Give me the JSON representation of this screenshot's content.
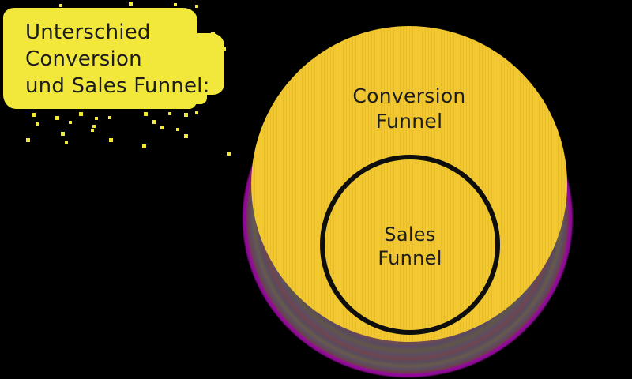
{
  "colors": {
    "background": "#000000",
    "highlight_yellow": "#f2e83c",
    "circle_gold": "#f2c72e",
    "ink": "#1d1d1d",
    "inner_stroke": "#0e0e0e",
    "shadow_body": "#5c4d62",
    "shadow_rim": "#930c9a"
  },
  "annotation": {
    "line1": "Unterschied",
    "line2": "Conversion",
    "line3": "und Sales Funnel:"
  },
  "diagram": {
    "type": "euler",
    "relation": "Sales Funnel is a subset of Conversion Funnel",
    "outer_set": {
      "line1": "Conversion",
      "line2": "Funnel"
    },
    "inner_set": {
      "line1": "Sales",
      "line2": "Funnel"
    }
  }
}
